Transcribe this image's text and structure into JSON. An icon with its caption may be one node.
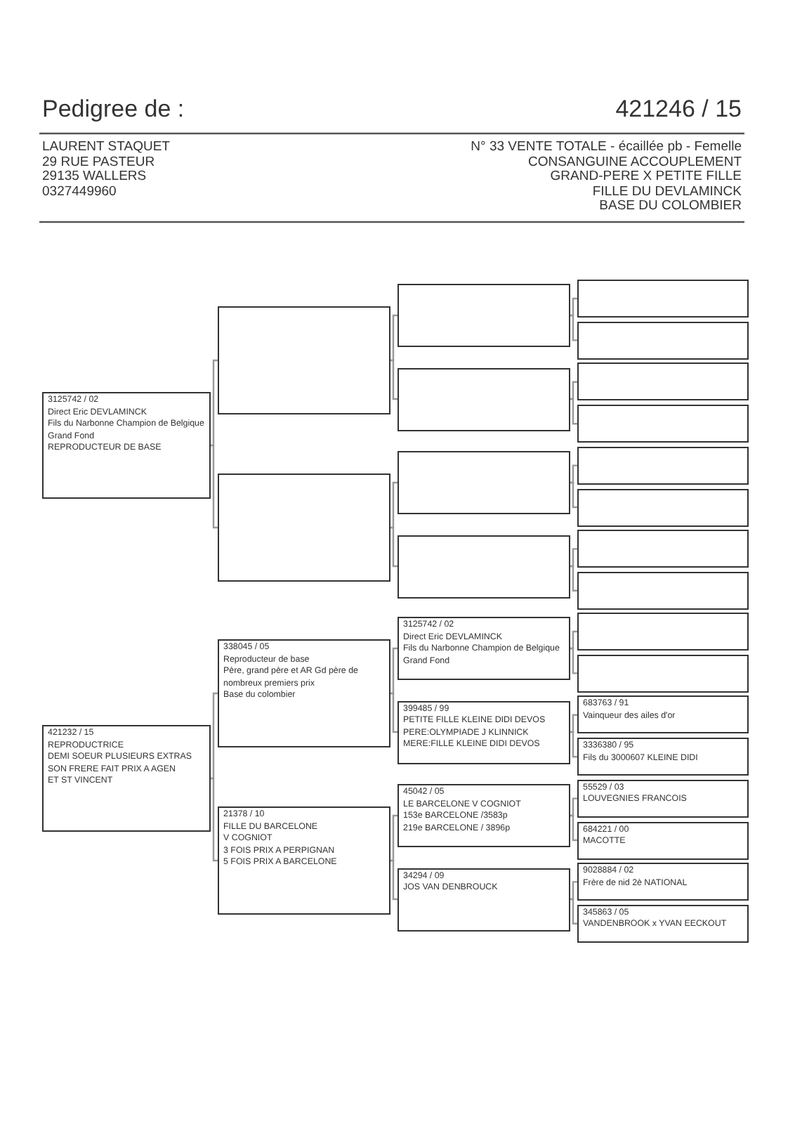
{
  "diagram": {
    "title": "Pedigree de :",
    "nodes": [
      {
        "text": [
          "3125742 / 02",
          "Direct Eric DEVLAMINCK",
          "Fils du Narbonne Champion de Belgique Grand Fond",
          "REPRODUCTEUR DE BASE"
        ]
      },
      {
        "text": [],
        "shape": "box"
      },
      {
        "text": [],
        "shape": "box"
      },
      {
        "text": [],
        "shape": "box"
      },
      {
        "text": [],
        "shape": "box"
      },
      {
        "text": [],
        "shape": "box"
      },
      {
        "text": [],
        "shape": "box"
      },
      {
        "text": [],
        "shape": "box"
      },
      {
        "text": [],
        "shape": "box"
      },
      {
        "text": [],
        "shape": "box"
      },
      {
        "text": [],
        "shape": "box"
      },
      {
        "text": [],
        "shape": "box"
      },
      {
        "text": [],
        "shape": "box"
      },
      {
        "text": [],
        "shape": "box"
      },
      {
        "text": [],
        "shape": "box"
      },
      {
        "text": [
          "421232 / 15",
          "REPRODUCTRICE",
          "DEMI SOEUR PLUSIEURS EXTRAS",
          "SON FRERE FAIT PRIX A AGEN",
          "ET ST VINCENT"
        ]
      },
      {
        "text": [
          "338045 / 05",
          "Reproducteur de base",
          "Père, grand père et AR Gd père de nombreux premiers prix",
          "Base du colombier"
        ]
      },
      {
        "text": [
          "21378 / 10",
          "FILLE DU BARCELONE",
          "V COGNIOT",
          "3 FOIS PRIX A PERPIGNAN",
          "5 FOIS PRIX A BARCELONE"
        ]
      },
      {
        "text": [
          "3125742 / 02",
          "Direct Eric DEVLAMINCK",
          "Fils du Narbonne Champion de Belgique Grand Fond"
        ]
      },
      {
        "text": [
          "399485 / 99",
          "PETITE FILLE KLEINE DIDI DEVOS",
          "PERE:OLYMPIADE J KLINNICK",
          "MERE:FILLE KLEINE DIDI DEVOS"
        ]
      },
      {
        "text": [
          "45042 / 05",
          "LE BARCELONE V COGNIOT",
          "153e BARCELONE /3583p",
          "219e BARCELONE / 3896p"
        ]
      },
      {
        "text": [
          "34294 / 09",
          "JOS VAN DENBROUCK"
        ]
      },
      {
        "text": [],
        "shape": "box"
      },
      {
        "text": [],
        "shape": "box"
      },
      {
        "text": [
          "683763 / 91",
          "Vainqueur des ailes d'or"
        ]
      },
      {
        "text": [
          "3336380 / 95",
          "Fils du 3000607 KLEINE DIDI"
        ]
      },
      {
        "text": [
          "55529 / 03",
          "LOUVEGNIES FRANCOIS"
        ]
      },
      {
        "text": [
          "684221 / 00",
          "MACOTTE"
        ]
      },
      {
        "text": [
          "9028884 / 02",
          "Frère de nid 2è NATIONAL"
        ]
      },
      {
        "text": [
          "345863 / 05",
          "VANDENBROOK x YVAN EECKOUT"
        ]
      }
    ],
    "edges": [
      {
        "from": 0,
        "to": 1,
        "arrow": "none"
      },
      {
        "from": 0,
        "to": 2,
        "arrow": "none"
      },
      {
        "from": 1,
        "to": 3,
        "arrow": "none"
      },
      {
        "from": 1,
        "to": 4,
        "arrow": "none"
      },
      {
        "from": 2,
        "to": 5,
        "arrow": "none"
      },
      {
        "from": 2,
        "to": 6,
        "arrow": "none"
      },
      {
        "from": 3,
        "to": 7,
        "arrow": "none"
      },
      {
        "from": 3,
        "to": 8,
        "arrow": "none"
      },
      {
        "from": 4,
        "to": 9,
        "arrow": "none"
      },
      {
        "from": 4,
        "to": 10,
        "arrow": "none"
      },
      {
        "from": 5,
        "to": 11,
        "arrow": "none"
      },
      {
        "from": 5,
        "to": 12,
        "arrow": "none"
      },
      {
        "from": 6,
        "to": 13,
        "arrow": "none"
      },
      {
        "from": 6,
        "to": 14,
        "arrow": "none"
      },
      {
        "from": 15,
        "to": 16,
        "arrow": "none"
      },
      {
        "from": 15,
        "to": 17,
        "arrow": "none"
      },
      {
        "from": 16,
        "to": 18,
        "arrow": "none"
      },
      {
        "from": 16,
        "to": 19,
        "arrow": "none"
      },
      {
        "from": 17,
        "to": 20,
        "arrow": "none"
      },
      {
        "from": 17,
        "to": 21,
        "arrow": "none"
      },
      {
        "from": 18,
        "to": 22,
        "arrow": "none"
      },
      {
        "from": 18,
        "to": 23,
        "arrow": "none"
      },
      {
        "from": 19,
        "to": 24,
        "arrow": "none"
      },
      {
        "from": 19,
        "to": 25,
        "arrow": "none"
      },
      {
        "from": 20,
        "to": 26,
        "arrow": "none"
      },
      {
        "from": 20,
        "to": 27,
        "arrow": "none"
      },
      {
        "from": 21,
        "to": 28,
        "arrow": "none"
      },
      {
        "from": 21,
        "to": 29,
        "arrow": "none"
      }
    ],
    "labels": [
      "421246 / 15",
      "LAURENT STAQUET",
      "29 RUE PASTEUR",
      "29135 WALLERS",
      "0327449960",
      "N° 33 VENTE TOTALE - écaillée pb - Femelle",
      "CONSANGUINE ACCOUPLEMENT",
      "GRAND-PERE X PETITE FILLE",
      "FILLE DU DEVLAMINCK",
      "BASE DU COLOMBIER"
    ]
  }
}
